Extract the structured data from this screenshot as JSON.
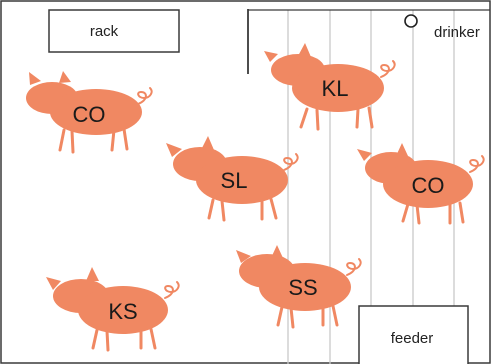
{
  "colors": {
    "pig_fill": "#f08862",
    "pen_outline": "#3a3a3a",
    "slat_line": "#c9c9c9",
    "background": "#ffffff"
  },
  "labels": {
    "rack": "rack",
    "drinker": "drinker",
    "feeder": "feeder"
  },
  "icons": {
    "drinker": "circle-outline"
  },
  "pigs": [
    {
      "label": "CO"
    },
    {
      "label": "KL"
    },
    {
      "label": "SL"
    },
    {
      "label": "CO"
    },
    {
      "label": "SS"
    },
    {
      "label": "KS"
    }
  ]
}
